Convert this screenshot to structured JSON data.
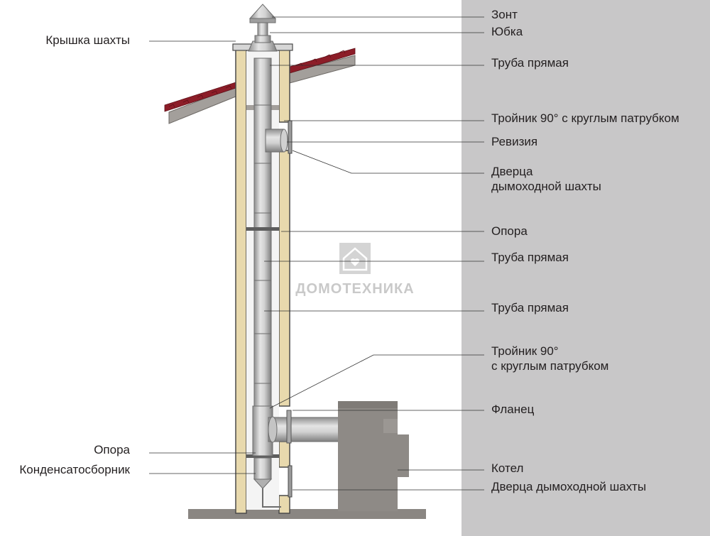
{
  "labels_right": [
    {
      "id": "zont",
      "text": "Зонт"
    },
    {
      "id": "yubka",
      "text": "Юбка"
    },
    {
      "id": "truba1",
      "text": "Труба прямая"
    },
    {
      "id": "troynik1",
      "text": "Тройник 90° с круглым патрубком"
    },
    {
      "id": "reviziya",
      "text": "Ревизия"
    },
    {
      "id": "dvertsa1",
      "lines": [
        "Дверца",
        "дымоходной шахты"
      ]
    },
    {
      "id": "opora1",
      "text": "Опора"
    },
    {
      "id": "truba2",
      "text": "Труба прямая"
    },
    {
      "id": "truba3",
      "text": "Труба прямая"
    },
    {
      "id": "troynik2",
      "lines": [
        "Тройник 90°",
        "с круглым патрубком"
      ]
    },
    {
      "id": "flanets",
      "text": "Фланец"
    },
    {
      "id": "kotel",
      "text": "Котел"
    },
    {
      "id": "dvertsa2",
      "text": "Дверца дымоходной шахты"
    }
  ],
  "labels_left": [
    {
      "id": "kryshka",
      "text": "Крышка шахты"
    },
    {
      "id": "opora2",
      "text": "Опора"
    },
    {
      "id": "kondensat",
      "text": "Конденсатосборник"
    }
  ],
  "watermark": "ДОМОТЕХНИКА",
  "colors": {
    "wall": "#c8c7c8",
    "shaft_fill": "#e8d9ad",
    "shaft_stroke": "#4a4a4a",
    "pipe": "#b9b9b9",
    "roof": "#8c1d28",
    "roof_beam": "#a39f9b",
    "boiler": "#8e8a86",
    "floor": "#8a8682",
    "leader": "#333333",
    "watermark": "#c9c9c9"
  }
}
